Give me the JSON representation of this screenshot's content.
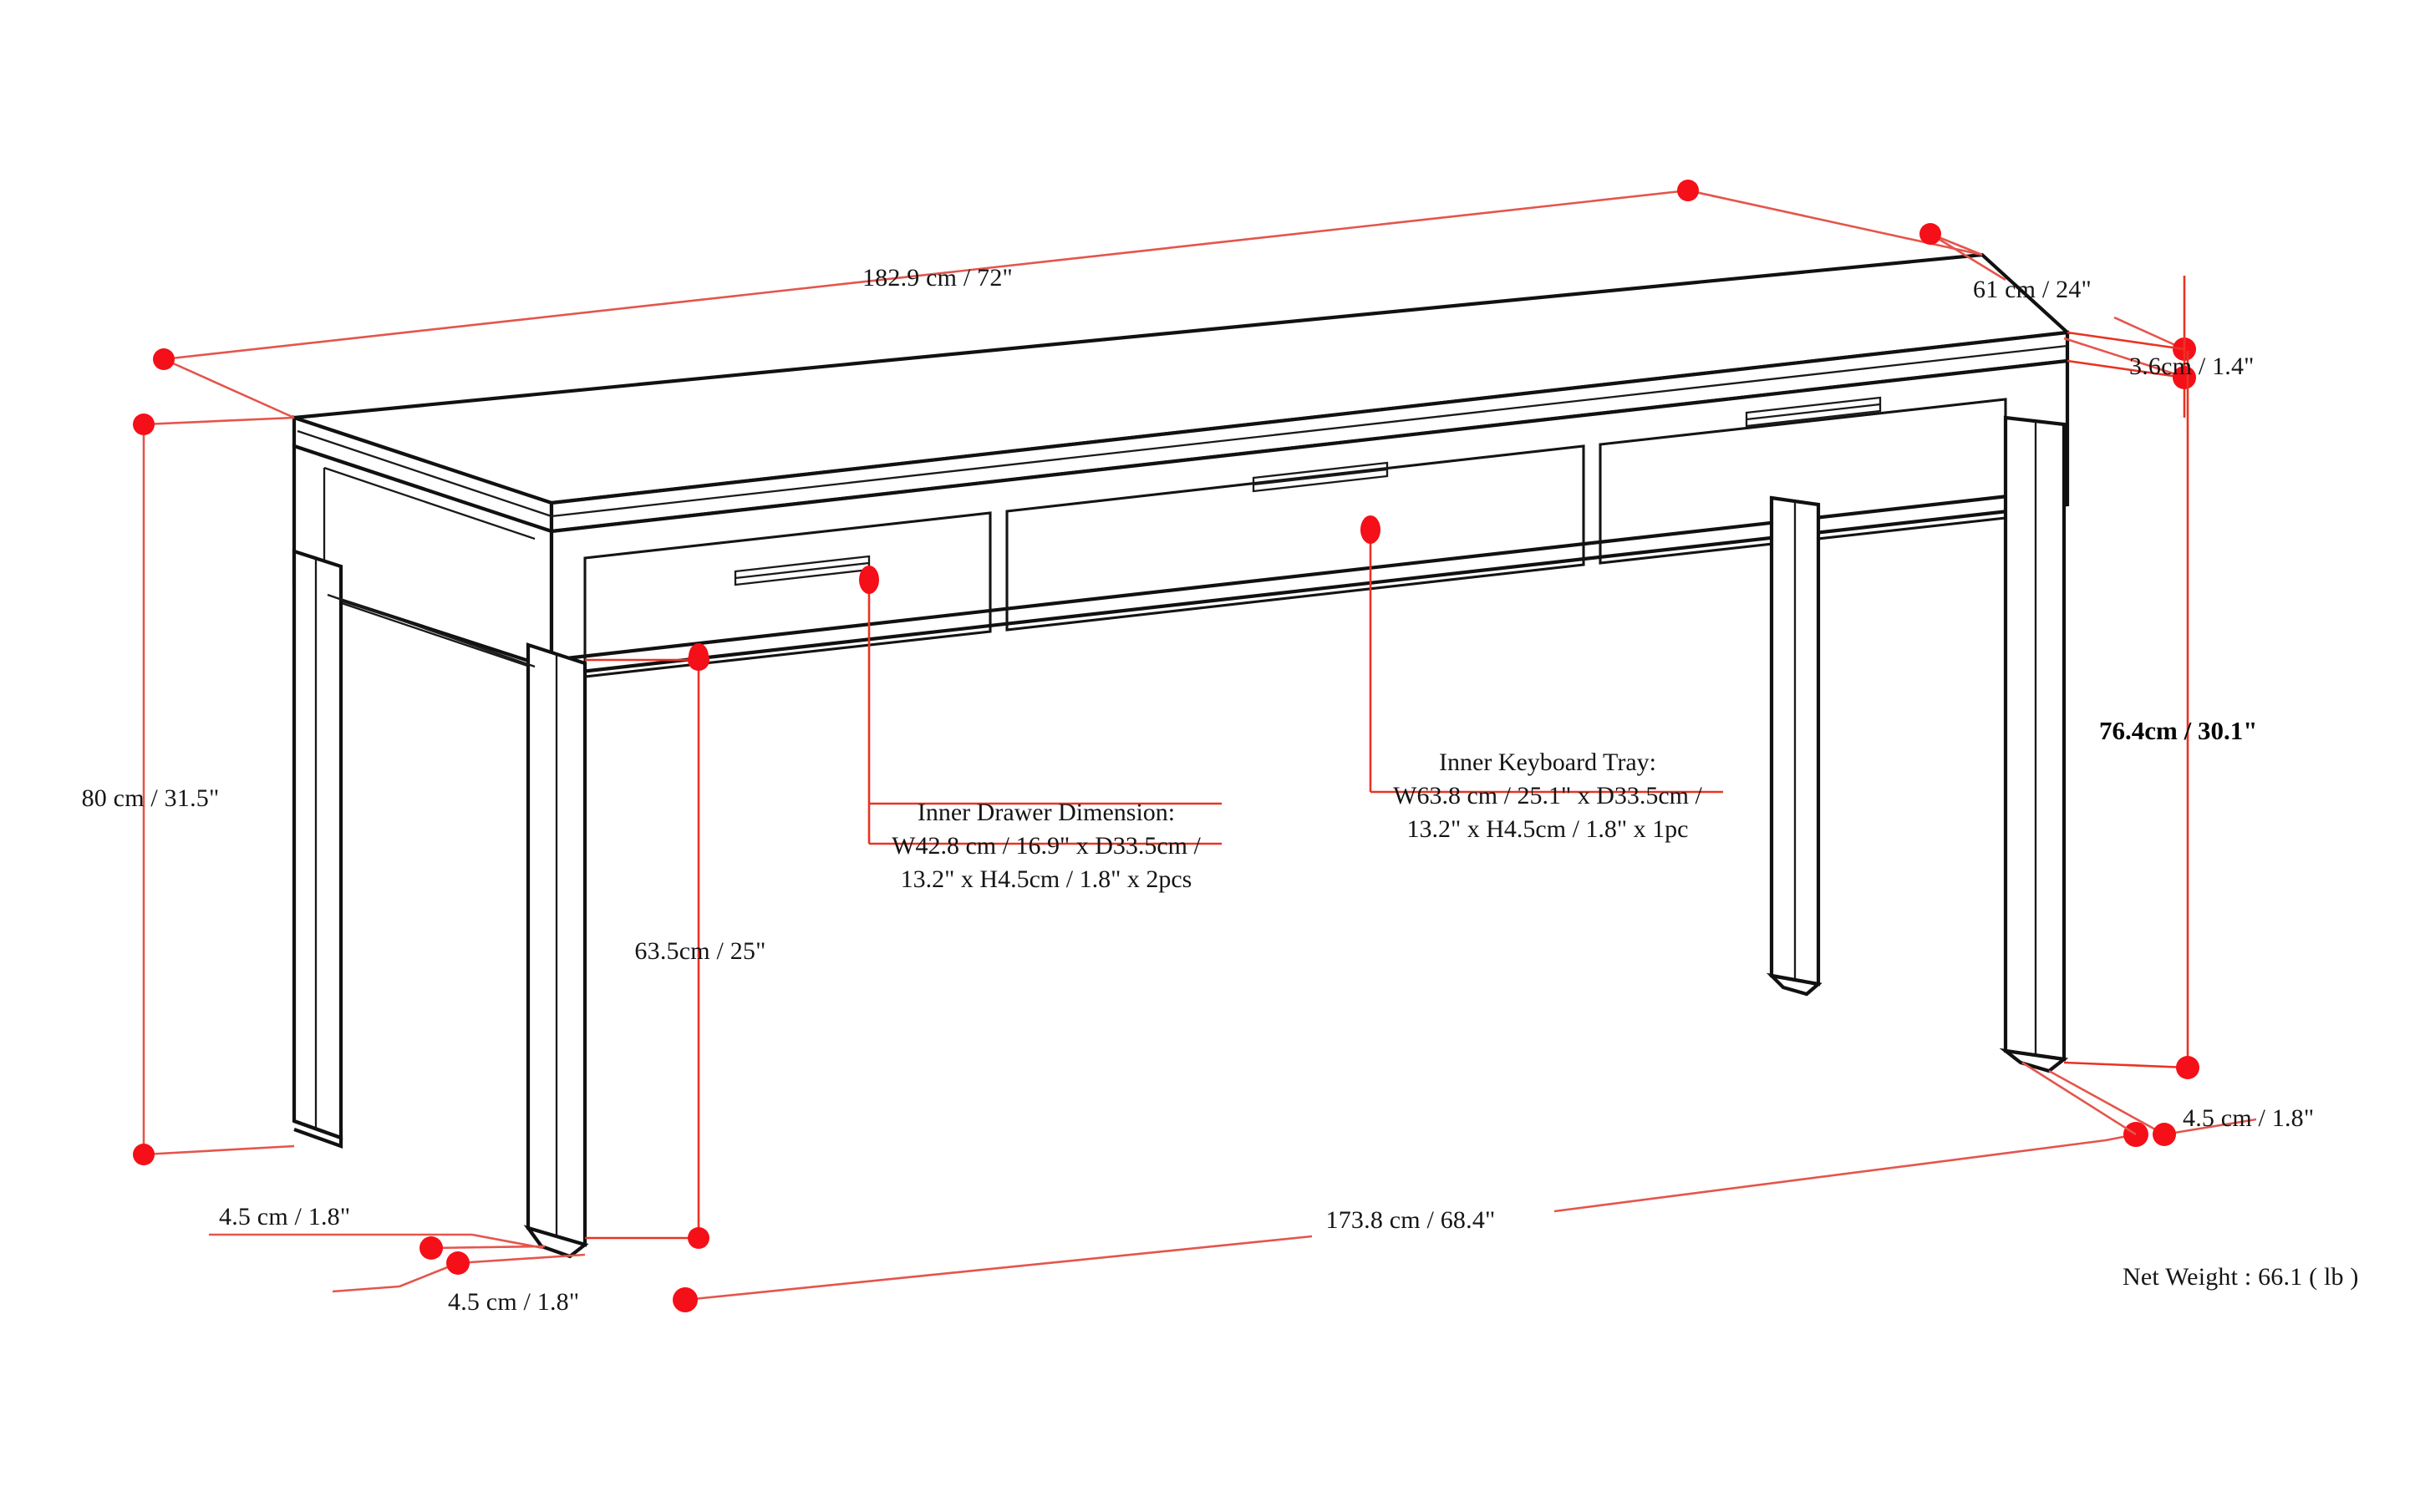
{
  "drawing": {
    "kind": "furniture-dimension-drawing",
    "subject": "writing desk with two drawers and keyboard tray",
    "line_color": "#111111",
    "dimension_color": "#ea3324",
    "dot_color": "#f50f18",
    "background": "#ffffff"
  },
  "dimensions": {
    "top_width": "182.9 cm / 72\"",
    "top_depth": "61 cm / 24\"",
    "top_thickness": "3.6cm / 1.4\"",
    "overall_height": "80 cm / 31.5\"",
    "apron_clearance_height": "76.4cm / 30.1\"",
    "leg_clearance_height": "63.5cm / 25\"",
    "base_width": "173.8 cm / 68.4\"",
    "leg_thickness_front": "4.5 cm / 1.8\"",
    "leg_thickness_side": "4.5 cm / 1.8\"",
    "leg_thickness_right": "4.5 cm / 1.8\""
  },
  "notes": {
    "drawer": {
      "title": "Inner Drawer Dimension:",
      "line2": "W42.8 cm / 16.9\" x D33.5cm /",
      "line3": "13.2\" x H4.5cm / 1.8\" x 2pcs"
    },
    "keyboard_tray": {
      "title": "Inner Keyboard Tray:",
      "line2": "W63.8 cm / 25.1\" x D33.5cm /",
      "line3": "13.2\" x H4.5cm / 1.8\" x 1pc"
    }
  },
  "weight": {
    "label": "Net Weight : 66.1 ( lb )"
  }
}
